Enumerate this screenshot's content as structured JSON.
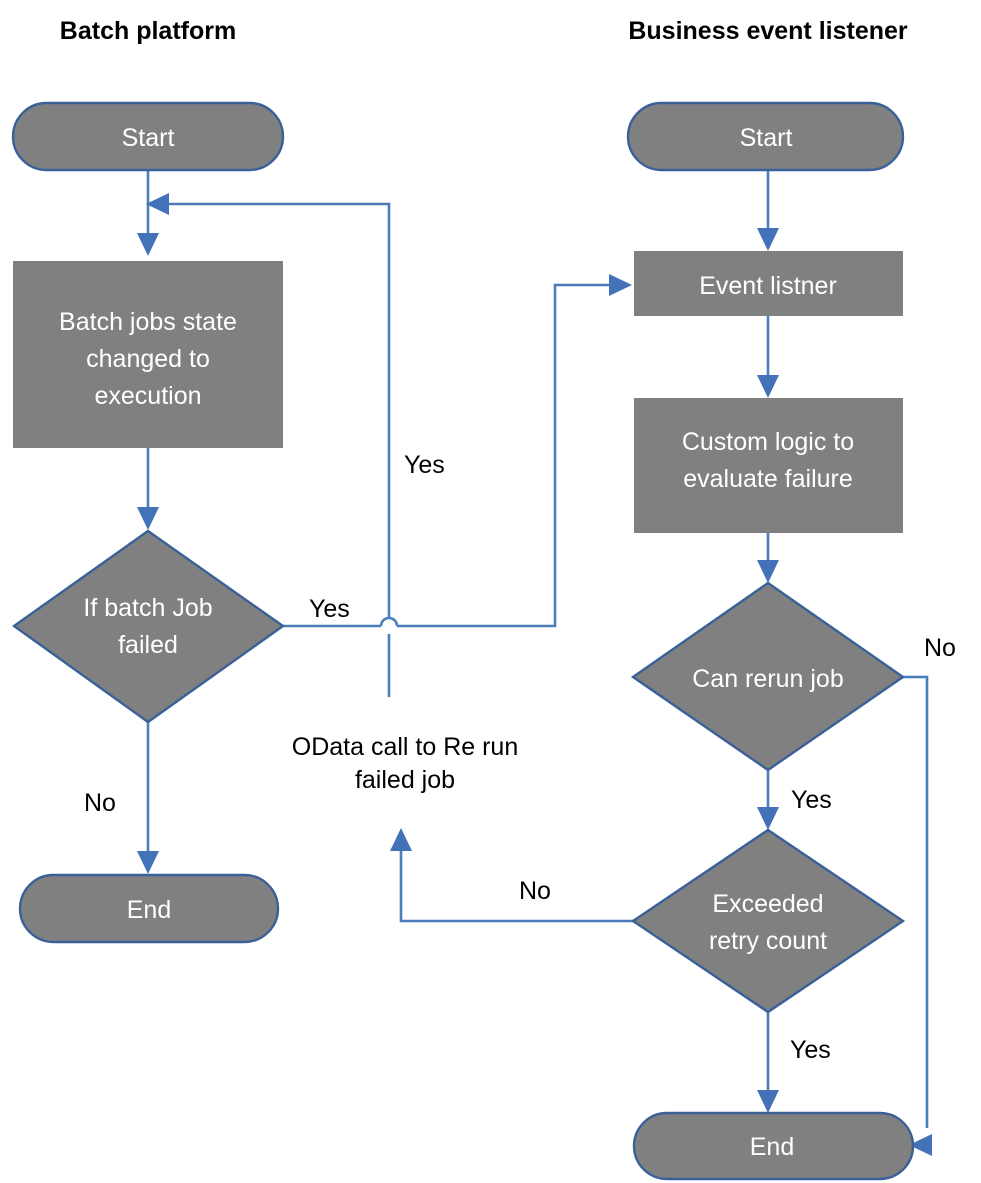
{
  "diagram": {
    "title_left": "Batch platform",
    "title_right": "Business event listener",
    "colors": {
      "node_fill": "#808080",
      "node_border": "#3a6099",
      "connector": "#4a7ebb",
      "arrow": "#4472b8",
      "node_text": "#ffffff",
      "label_text": "#000000",
      "background": "#ffffff"
    },
    "lanes": [
      {
        "name": "batch-platform",
        "title": "Batch platform",
        "nodes": [
          {
            "id": "l-start",
            "shape": "terminator",
            "label": "Start"
          },
          {
            "id": "l-state",
            "shape": "process",
            "label_lines": [
              "Batch jobs state",
              "changed to",
              "execution"
            ]
          },
          {
            "id": "l-decision",
            "shape": "decision",
            "label_lines": [
              "If batch Job",
              "failed"
            ]
          },
          {
            "id": "l-end",
            "shape": "terminator",
            "label": "End"
          }
        ]
      },
      {
        "name": "business-event-listener",
        "title": "Business event listener",
        "nodes": [
          {
            "id": "r-start",
            "shape": "terminator",
            "label": "Start"
          },
          {
            "id": "r-listener",
            "shape": "process",
            "label_lines": [
              "Event listner"
            ]
          },
          {
            "id": "r-logic",
            "shape": "process",
            "label_lines": [
              "Custom logic to",
              "evaluate failure"
            ]
          },
          {
            "id": "r-rerun",
            "shape": "decision",
            "label_lines": [
              "Can rerun job"
            ]
          },
          {
            "id": "r-retry",
            "shape": "decision",
            "label_lines": [
              "Exceeded",
              "retry count"
            ]
          },
          {
            "id": "r-end",
            "shape": "terminator",
            "label": "End"
          }
        ]
      }
    ],
    "edge_labels": {
      "decision_yes_right": "Yes",
      "decision_no_down": "No",
      "loopback_yes": "Yes",
      "rerun_no": "No",
      "rerun_yes": "Yes",
      "retry_no": "No",
      "retry_yes": "Yes"
    },
    "annotations": [
      {
        "id": "odata-note",
        "lines": [
          "OData call to Re run",
          "failed job"
        ]
      }
    ]
  }
}
